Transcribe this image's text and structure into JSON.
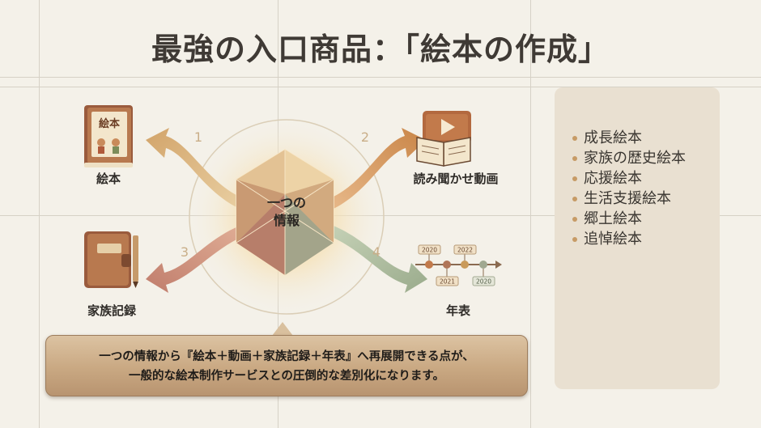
{
  "title": "最強の入口商品：「絵本の作成」",
  "center": {
    "line1": "一つの",
    "line2": "情報"
  },
  "nodes": [
    {
      "number": "1",
      "label": "絵本",
      "icon": "picture-book-icon",
      "cover_text": "絵本"
    },
    {
      "number": "2",
      "label": "読み聞かせ動画",
      "icon": "video-book-icon"
    },
    {
      "number": "3",
      "label": "家族記録",
      "icon": "notebook-pen-icon"
    },
    {
      "number": "4",
      "label": "年表",
      "icon": "timeline-icon",
      "timeline_years": [
        "2020",
        "2022",
        "2021",
        "2020"
      ]
    }
  ],
  "sidebar": {
    "items": [
      "成長絵本",
      "家族の歴史絵本",
      "応援絵本",
      "生活支援絵本",
      "郷土絵本",
      "追悼絵本"
    ]
  },
  "callout": {
    "line1": "一つの情報から『絵本＋動画＋家族記録＋年表』へ再展開できる点が、",
    "line2": "一般的な絵本制作サービスとの圧倒的な差別化になります。"
  },
  "colors": {
    "background": "#f4f1e9",
    "arrow1": "#d7b07a",
    "arrow2": "#cf8e56",
    "arrow3": "#c98a77",
    "arrow4": "#a9b89c",
    "accent": "#c79b66",
    "sidebar_bg": "#e9e0d1"
  }
}
